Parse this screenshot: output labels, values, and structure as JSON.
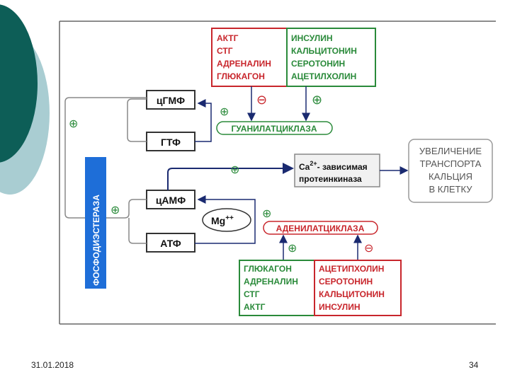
{
  "diagram": {
    "top_hormones_plus": [
      "АКТГ",
      "СТГ",
      "АДРЕНАЛИН",
      "ГЛЮКАГОН"
    ],
    "top_hormones_minus": [
      "ИНСУЛИН",
      "КАЛЬЦИТОНИН",
      "СЕРОТОНИН",
      "АЦЕТИЛХОЛИН"
    ],
    "cgmp": "цГМФ",
    "gtp": "ГТФ",
    "guanylate_cyclase": "ГУАНИЛАТЦИКЛАЗА",
    "kinase_ca": "Ca",
    "kinase_ca_sup": "2+",
    "kinase_line1": "- зависимая",
    "kinase_line2": "протеинкиназа",
    "increase": [
      "УВЕЛИЧЕНИЕ",
      "ТРАНСПОРТА",
      "КАЛЬЦИЯ",
      "В КЛЕТКУ"
    ],
    "phosphodiesterase": "ФОСФОДИЭСТЕРАЗА",
    "camp": "цАМФ",
    "atp": "АТФ",
    "mg": "Mg",
    "mg_sup": "++",
    "adenylate_cyclase": "АДЕНИЛАТЦИКЛАЗА",
    "bottom_hormones_plus": [
      "ГЛЮКАГОН",
      "АДРЕНАЛИН",
      "СТГ",
      "АКТГ"
    ],
    "bottom_hormones_minus": [
      "АЦЕТИПХОЛИН",
      "СЕРОТОНИН",
      "КАЛЬЦИТОНИН",
      "ИНСУЛИН"
    ],
    "plus_sign": "⊕",
    "minus_sign": "⊖"
  },
  "colors": {
    "red": "#c8262c",
    "green": "#2a8a3a",
    "navy": "#1a2a70",
    "blue_bar": "#1e6ed8",
    "teal_dark": "#0d5e57",
    "teal_light": "#a9cdd2"
  },
  "footer": {
    "date": "31.01.2018",
    "page": "34"
  }
}
